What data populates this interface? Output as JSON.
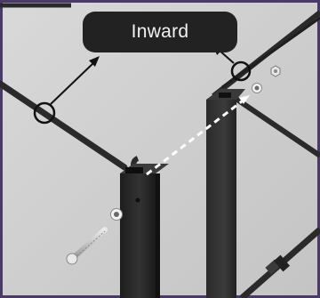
{
  "callout": {
    "label": "Inward"
  },
  "colors": {
    "background": "#cfcfcf",
    "frame_border": "#4a3a6a",
    "tube": "#2a2a2a",
    "callout_fill": "#222222",
    "callout_text": "#f2f2f2",
    "arrow_dashed": "#ffffff"
  },
  "icons": {
    "frame": "purple-frame-border",
    "marker": "circle-marker-icon",
    "direction": "arrow-icon",
    "hardware": "bolt-washer-nut"
  }
}
